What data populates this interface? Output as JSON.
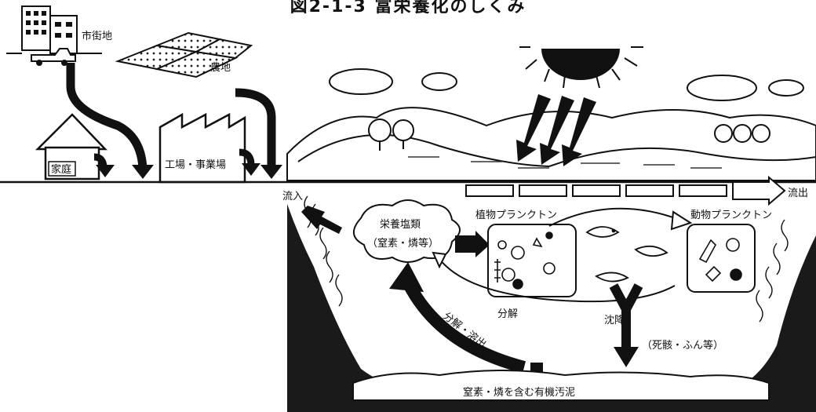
{
  "title": "図2-1-3 富栄養化のしくみ",
  "labels": {
    "city": "市街地",
    "farmland": "農地",
    "household": "家庭",
    "factory": "工場・事業場",
    "inflow": "流入",
    "nutrients_line1": "栄養塩類",
    "nutrients_line2": "（窒素・燐等）",
    "phytoplankton": "植物プランクトン",
    "zooplankton": "動物プランクトン",
    "outflow": "流出",
    "decomp_dissolve": "分解・溶出",
    "decomposition": "分解",
    "sedimentation": "沈降",
    "dead_matter": "（死骸・ふん等）",
    "sludge": "窒素・燐を含む有機汚泥"
  },
  "colors": {
    "ink": "#111111",
    "land": "#1a1a1a",
    "paper": "#ffffff"
  }
}
